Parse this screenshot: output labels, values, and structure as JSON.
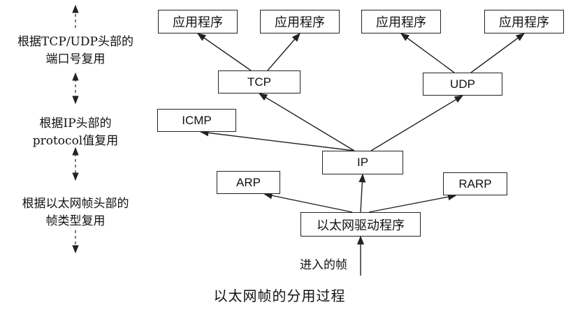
{
  "diagram": {
    "caption": "以太网帧的分用过程",
    "input_label": "进入的帧",
    "nodes": {
      "app1": "应用程序",
      "app2": "应用程序",
      "app3": "应用程序",
      "app4": "应用程序",
      "tcp": "TCP",
      "udp": "UDP",
      "icmp": "ICMP",
      "ip": "IP",
      "arp": "ARP",
      "rarp": "RARP",
      "eth": "以太网驱动程序"
    },
    "left_labels": {
      "tcp_udp": [
        "根据TCP/UDP头部的",
        "端口号复用"
      ],
      "ip": [
        "根据IP头部的",
        "protocol值复用"
      ],
      "eth": [
        "根据以太网帧头部的",
        "帧类型复用"
      ]
    },
    "edges": [
      [
        "tcp",
        "app1"
      ],
      [
        "tcp",
        "app2"
      ],
      [
        "udp",
        "app3"
      ],
      [
        "udp",
        "app4"
      ],
      [
        "ip",
        "tcp"
      ],
      [
        "ip",
        "udp"
      ],
      [
        "ip",
        "icmp"
      ],
      [
        "eth",
        "ip"
      ],
      [
        "eth",
        "arp"
      ],
      [
        "eth",
        "rarp"
      ],
      [
        "input",
        "eth"
      ]
    ]
  }
}
